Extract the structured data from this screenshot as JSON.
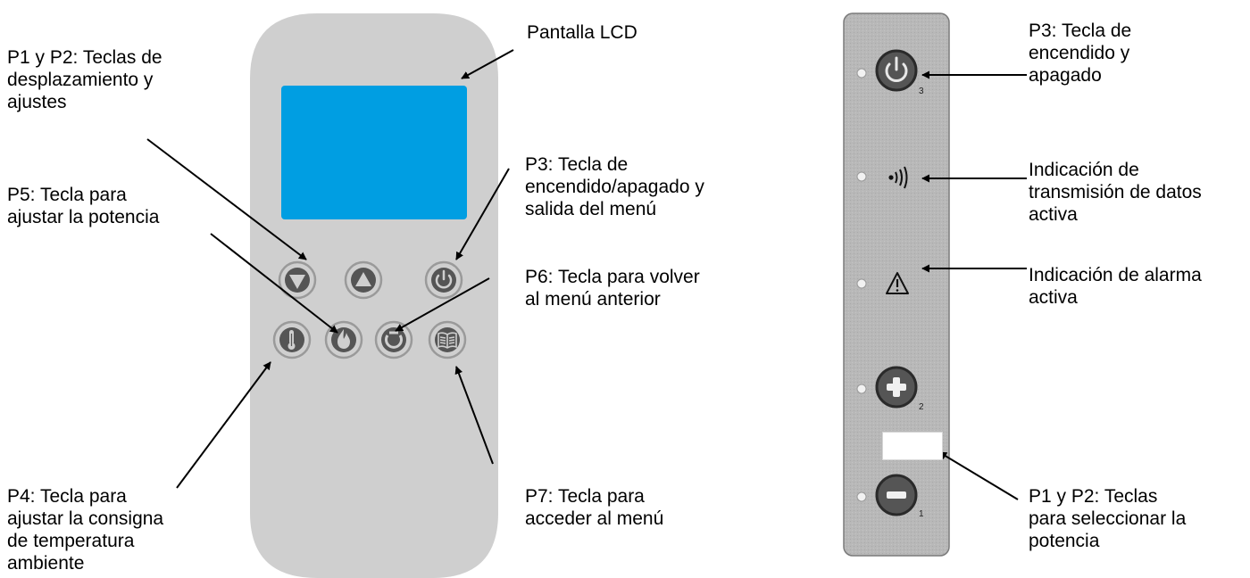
{
  "remote_labels": {
    "lcd": "Pantalla LCD",
    "p1_p2": "P1 y P2: Teclas de\ndesplazamiento y\najustes",
    "p5": "P5: Tecla para\najustar la potencia",
    "p4": "P4: Tecla para\najustar la consigna\nde temperatura\nambiente",
    "p3": "P3: Tecla de\nencendido/apagado y\nsalida del menú",
    "p6": "P6: Tecla para volver\nal menú anterior",
    "p7": "P7: Tecla para\nacceder al menú"
  },
  "panel_labels": {
    "p3": "P3: Tecla de\nencendido y\napagado",
    "data_tx": "Indicación de\ntransmisión de datos\nactiva",
    "alarm": "Indicación de alarma\nactiva",
    "p1_p2": "P1 y P2: Teclas\npara seleccionar la\npotencia"
  },
  "panel_button_numbers": {
    "power": "3",
    "plus": "2",
    "minus": "1"
  },
  "colors": {
    "remote_body": "#cfcfcf",
    "lcd_screen": "#009ee2",
    "button_dark": "#555555",
    "panel_body": "#b9b9b9"
  },
  "icons": {
    "remote": [
      "triangle-down-icon",
      "triangle-up-icon",
      "power-icon",
      "thermometer-icon",
      "flame-icon",
      "back-circle-icon",
      "menu-book-icon"
    ],
    "panel": [
      "power-icon",
      "wireless-signal-icon",
      "warning-icon",
      "plus-icon",
      "minus-icon"
    ]
  }
}
